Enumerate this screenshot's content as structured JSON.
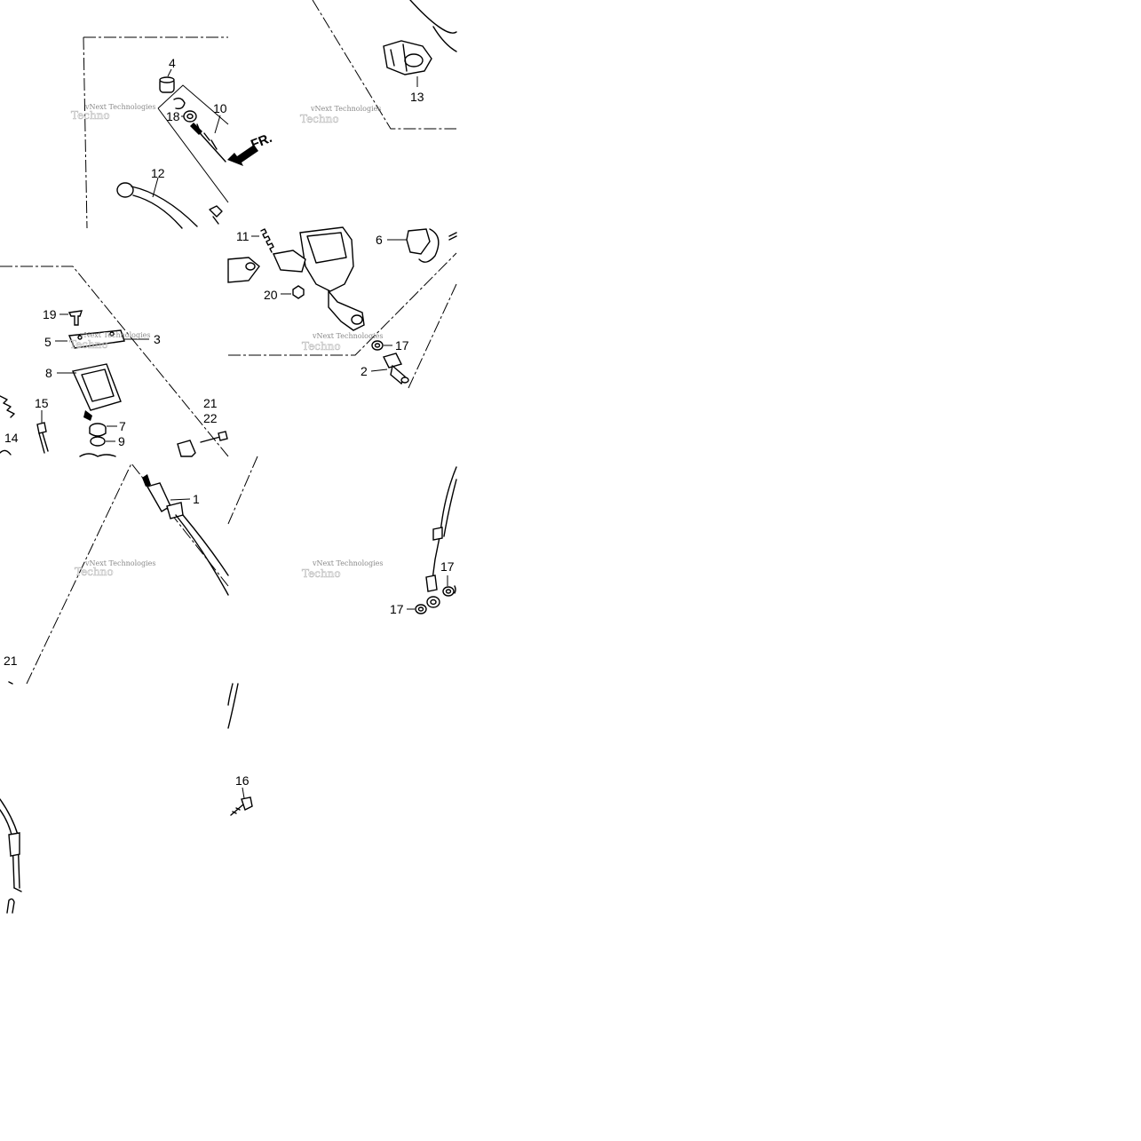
{
  "watermark": "vNext Technologies",
  "direction_arrow": "FR.",
  "labels": {
    "p4": "4",
    "p10": "10",
    "p18": "18",
    "p12": "12",
    "p13": "13",
    "p11": "11",
    "p6": "6",
    "p20": "20",
    "p17a": "17",
    "p2": "2",
    "p19": "19",
    "p5": "5",
    "p3": "3",
    "p8": "8",
    "p21a": "21",
    "p22": "22",
    "p15": "15",
    "p7": "7",
    "p9": "9",
    "p14": "14",
    "p1": "1",
    "p17b": "17",
    "p17c": "17",
    "p21b": "21",
    "p16": "16"
  }
}
